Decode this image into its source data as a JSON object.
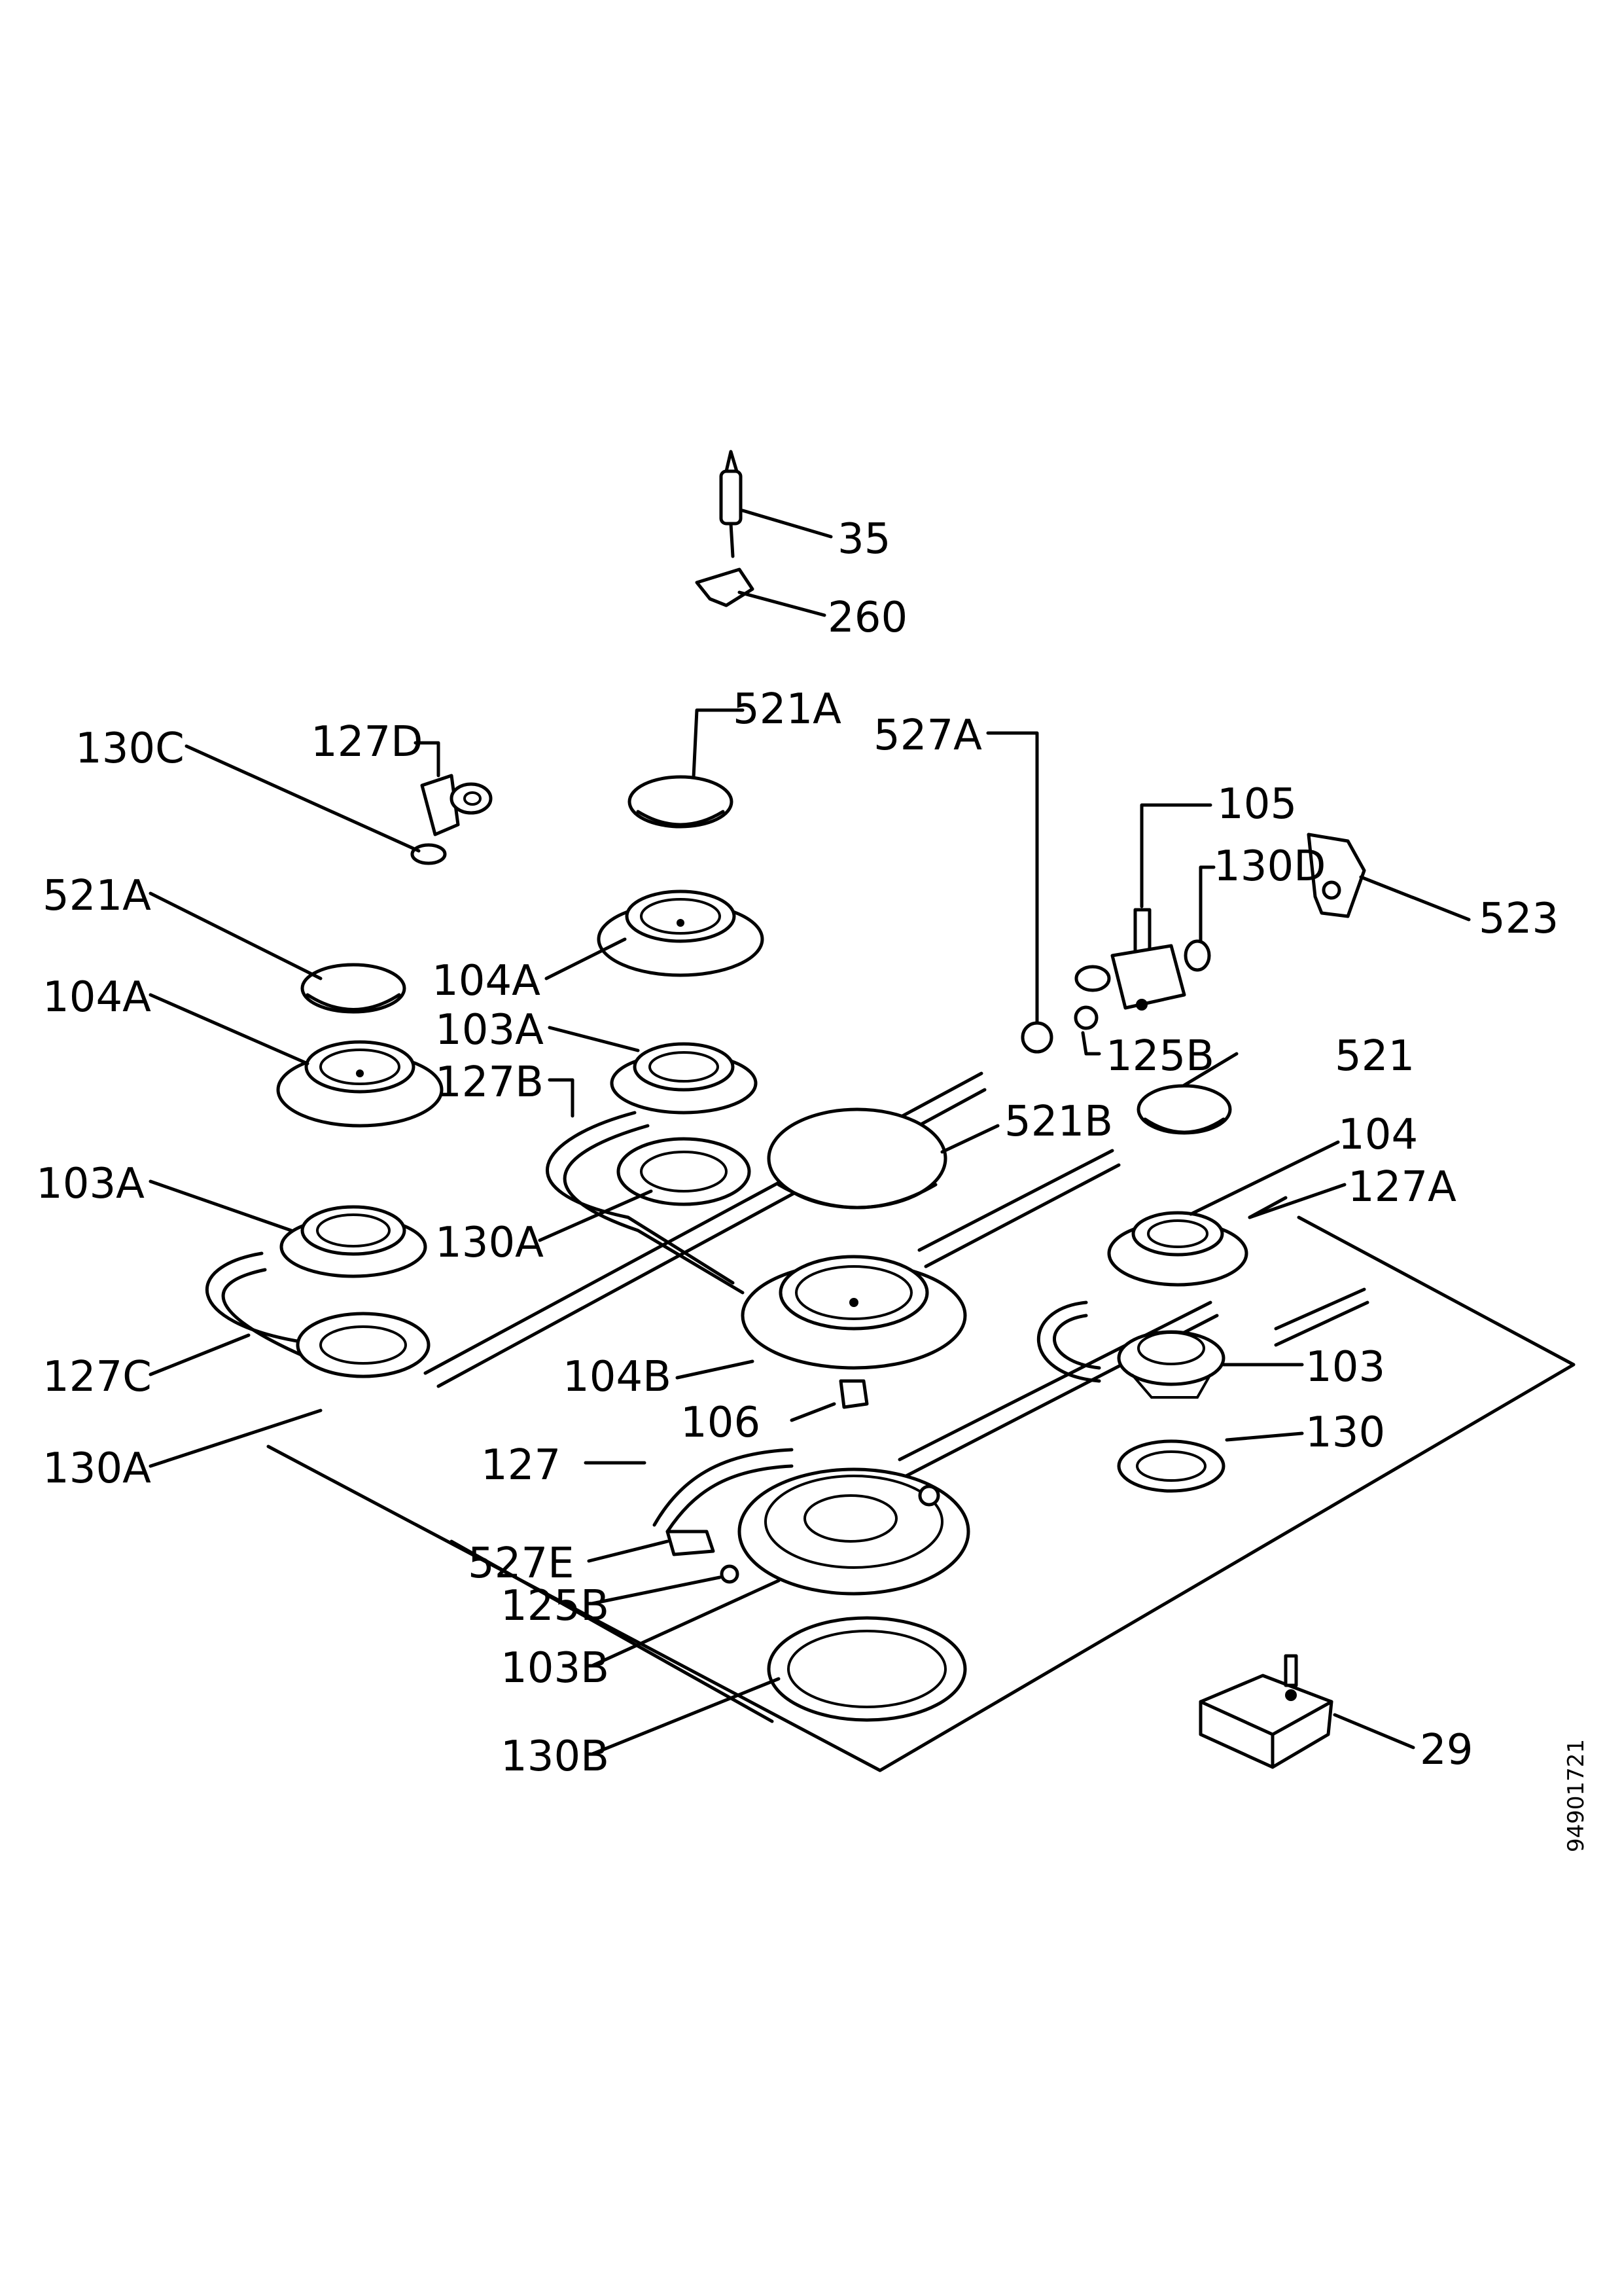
{
  "document_number": "94901721",
  "labels": {
    "p35": "35",
    "p260": "260",
    "p521a_top": "521A",
    "p527a": "527A",
    "p130c": "130C",
    "p127d": "127D",
    "p105": "105",
    "p130d": "130D",
    "p523": "523",
    "p521a_left": "521A",
    "p104a_mid": "104A",
    "p104a_left": "104A",
    "p103a_mid": "103A",
    "p125b_top": "125B",
    "p521": "521",
    "p127b": "127B",
    "p521b": "521B",
    "p104": "104",
    "p103a_left": "103A",
    "p127a": "127A",
    "p130a_mid": "130A",
    "p127c": "127C",
    "p103": "103",
    "p104b": "104B",
    "p106": "106",
    "p130": "130",
    "p130a_left": "130A",
    "p127": "127",
    "p527e": "527E",
    "p125b_bottom": "125B",
    "p103b": "103B",
    "p130b": "130B",
    "p29": "29"
  }
}
